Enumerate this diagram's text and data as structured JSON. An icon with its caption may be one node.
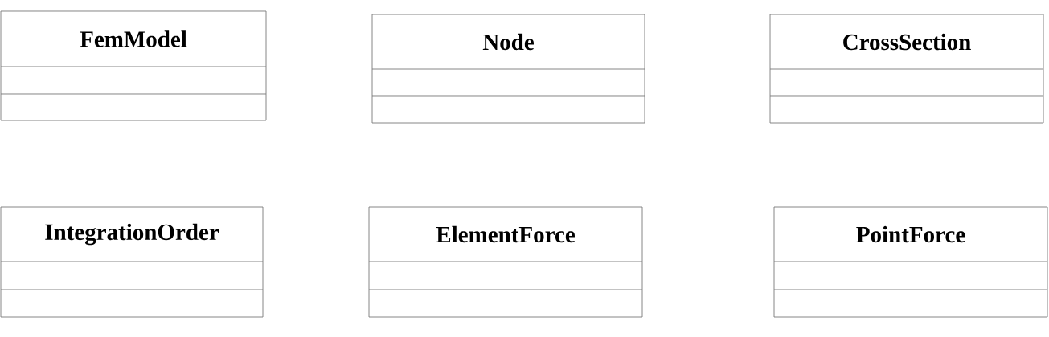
{
  "diagram": {
    "nodes": [
      {
        "text": [
          "FemModel"
        ]
      },
      {
        "text": [
          "Node"
        ]
      },
      {
        "text": [
          "CrossSection"
        ]
      },
      {
        "text": [
          "IntegrationOrder"
        ]
      },
      {
        "text": [
          "ElementForce"
        ]
      },
      {
        "text": [
          "PointForce"
        ]
      }
    ]
  }
}
